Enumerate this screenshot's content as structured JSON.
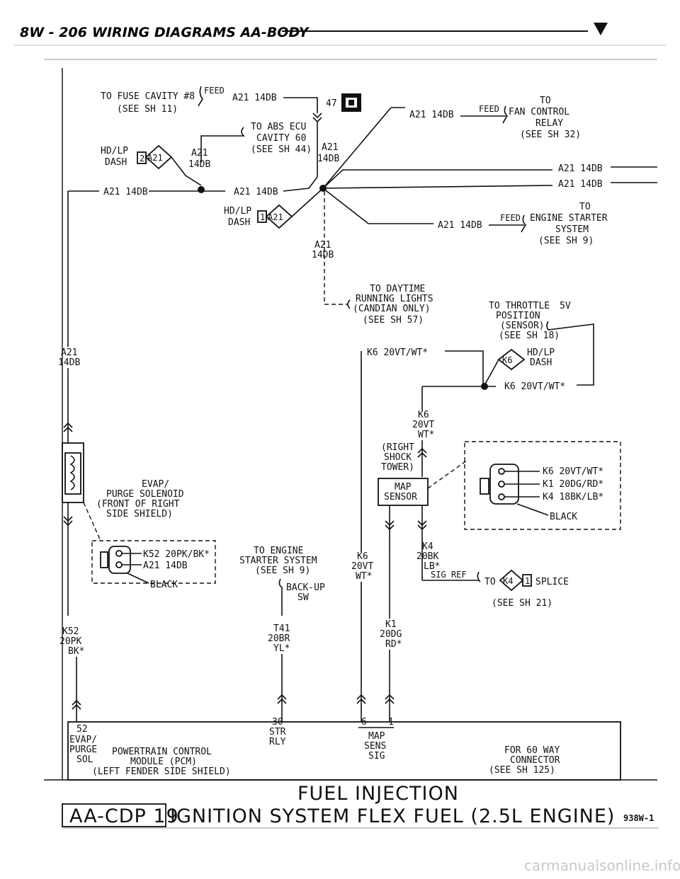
{
  "header": {
    "page": "8W - 206",
    "title": "WIRING DIAGRAMS AA-BODY"
  },
  "labels": {
    "fuse_cavity_1": "TO FUSE CAVITY #8",
    "fuse_cavity_2": "(SEE SH 11)",
    "feed": "FEED",
    "wire_a21": "A21 14DB",
    "cavity_47": "47",
    "abs_1": "TO ABS ECU",
    "abs_2": "CAVITY 60",
    "abs_3": "(SEE SH 44)",
    "hdlp": "HD/LP",
    "dash": "DASH",
    "conn_2": "2",
    "conn_1": "1",
    "a21": "A21",
    "w14db": "14DB",
    "fan_1": "TO",
    "fan_2": "FAN CONTROL",
    "fan_3": "RELAY",
    "fan_4": "(SEE SH 32)",
    "starter_1": "TO",
    "starter_2": "ENGINE STARTER",
    "starter_3": "SYSTEM",
    "starter_4": "(SEE SH 9)",
    "drl_1": "TO DAYTIME",
    "drl_2": "RUNNING LIGHTS",
    "drl_3": "(CANDIAN ONLY)",
    "drl_4": "(SEE SH 57)",
    "tps_1": "TO THROTTLE",
    "tps_2": "POSITION",
    "tps_3": "(SENSOR)",
    "tps_4": "(SEE SH 18)",
    "v5": "5V",
    "k6_wire": "K6 20VT/WT*",
    "k6": "K6",
    "w20vt": "20VT",
    "wt": "WT*",
    "shock_1": "(RIGHT",
    "shock_2": "SHOCK",
    "shock_3": "TOWER)",
    "map_1": "MAP",
    "map_2": "SENSOR",
    "pin_k6": "K6 20VT/WT*",
    "pin_k1": "K1 20DG/RD*",
    "pin_k4": "K4 18BK/LB*",
    "black": "BLACK",
    "evap_1": "EVAP/",
    "evap_2": "PURGE SOLENOID",
    "evap_3": "(FRONT OF RIGHT",
    "evap_4": "SIDE SHIELD)",
    "pin_k52": "K52 20PK/BK*",
    "pin_a21": "A21 14DB",
    "es_1": "TO ENGINE",
    "es_2": "STARTER SYSTEM",
    "es_3": "(SEE SH 9)",
    "backup_1": "BACK-UP",
    "backup_2": "SW",
    "k4": "K4",
    "w20bk": "20BK",
    "lb": "LB*",
    "sig_ref": "SIG REF",
    "to": "TO",
    "k4_pin": "K4",
    "splice_pin": "1",
    "splice": "SPLICE",
    "splice_see": "(SEE SH 21)",
    "k52": "K52",
    "w20pk": "20PK",
    "bk": "BK*",
    "t41": "T41",
    "w20br": "20BR",
    "yl": "YL*",
    "k1": "K1",
    "w20dg": "20DG",
    "rd": "RD*",
    "pcm_52": "52",
    "pcm_evap": "EVAP/",
    "pcm_purge": "PURGE",
    "pcm_sol": "SOL",
    "pcm_30": "30",
    "pcm_str": "STR",
    "pcm_rly": "RLY",
    "pcm_6": "6",
    "pcm_1": "1",
    "pcm_map": "MAP",
    "pcm_sens": "SENS",
    "pcm_sig": "SIG",
    "pcm_1n": "POWERTRAIN CONTROL",
    "pcm_2n": "MODULE (PCM)",
    "pcm_3n": "(LEFT FENDER SIDE SHIELD)",
    "c60_1": "FOR 60 WAY",
    "c60_2": "CONNECTOR",
    "c60_3": "(SEE SH 125)"
  },
  "footer": {
    "subtitle": "FUEL INJECTION",
    "code": "AA-CDP 19",
    "title": "IGNITION SYSTEM FLEX FUEL (2.5L ENGINE)",
    "ref": "938W-1"
  },
  "watermark": "carmanualsonline.info"
}
